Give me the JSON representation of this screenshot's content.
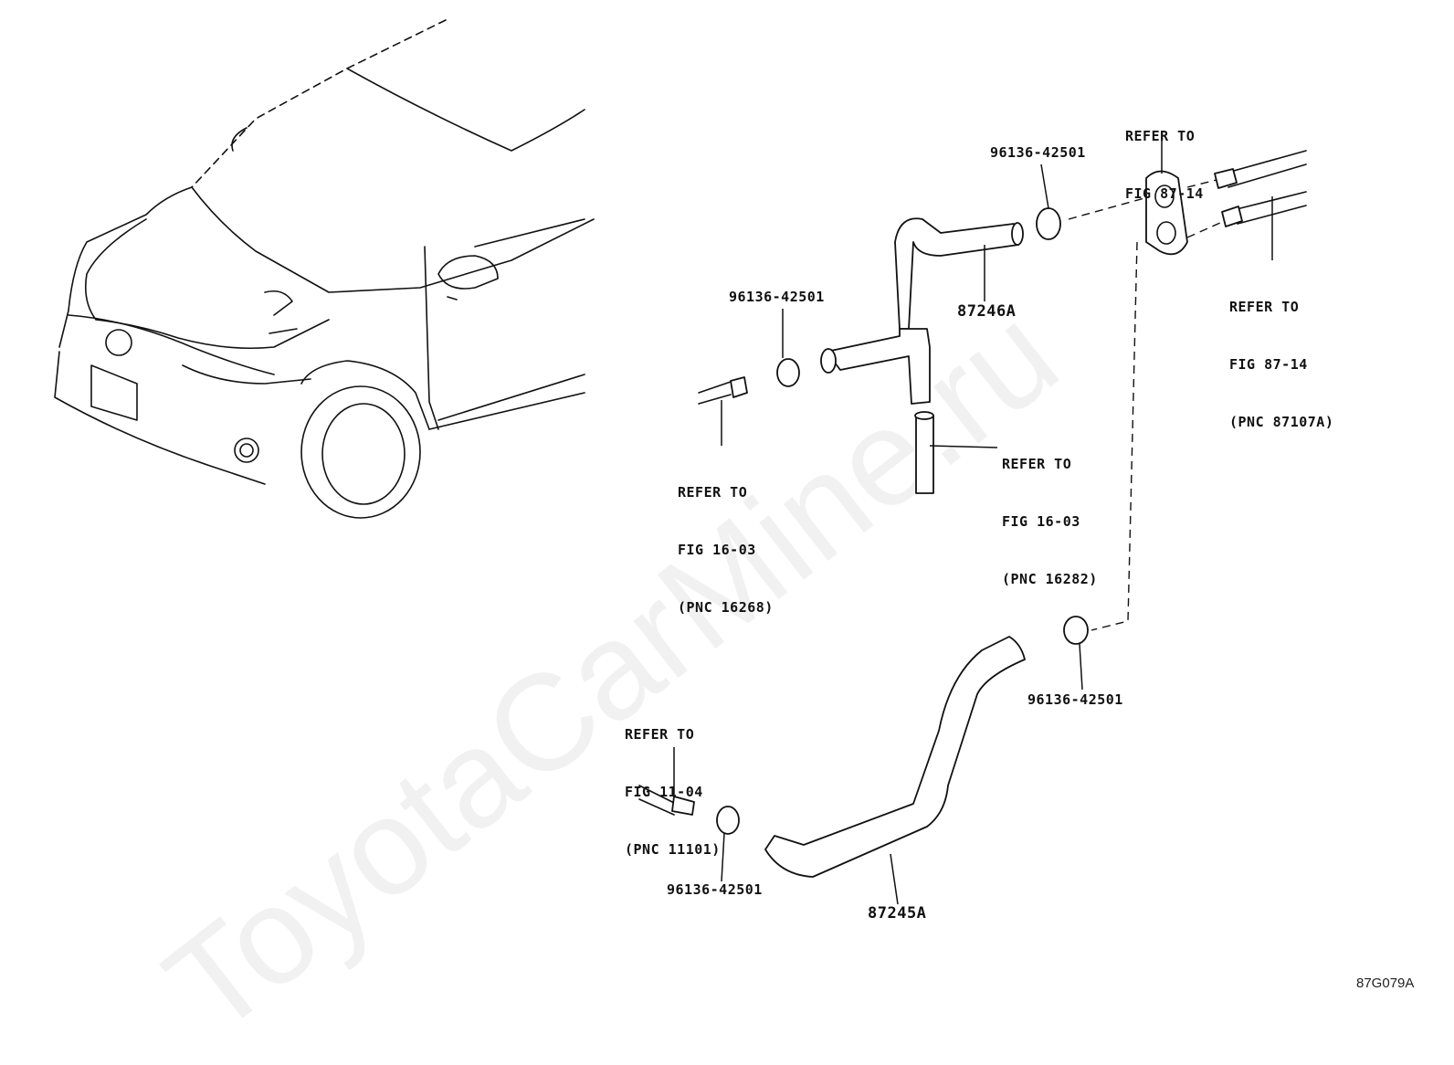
{
  "watermark": "ToyotaCarMine.ru",
  "diagram_id": "87G079A",
  "labels": {
    "clamp_top": "96136-42501",
    "refer_top": [
      "REFER TO",
      "FIG 87-14"
    ],
    "refer_right": [
      "REFER TO",
      "FIG 87-14",
      "(PNC 87107A)"
    ],
    "hose_upper": "87246A",
    "clamp_left": "96136-42501",
    "refer_left": [
      "REFER TO",
      "FIG 16-03",
      "(PNC 16268)"
    ],
    "refer_mid": [
      "REFER TO",
      "FIG 16-03",
      "(PNC 16282)"
    ],
    "clamp_right_low": "96136-42501",
    "refer_bottom": [
      "REFER TO",
      "FIG 11-04",
      "(PNC 11101)"
    ],
    "clamp_bottom": "96136-42501",
    "hose_lower": "87245A"
  }
}
